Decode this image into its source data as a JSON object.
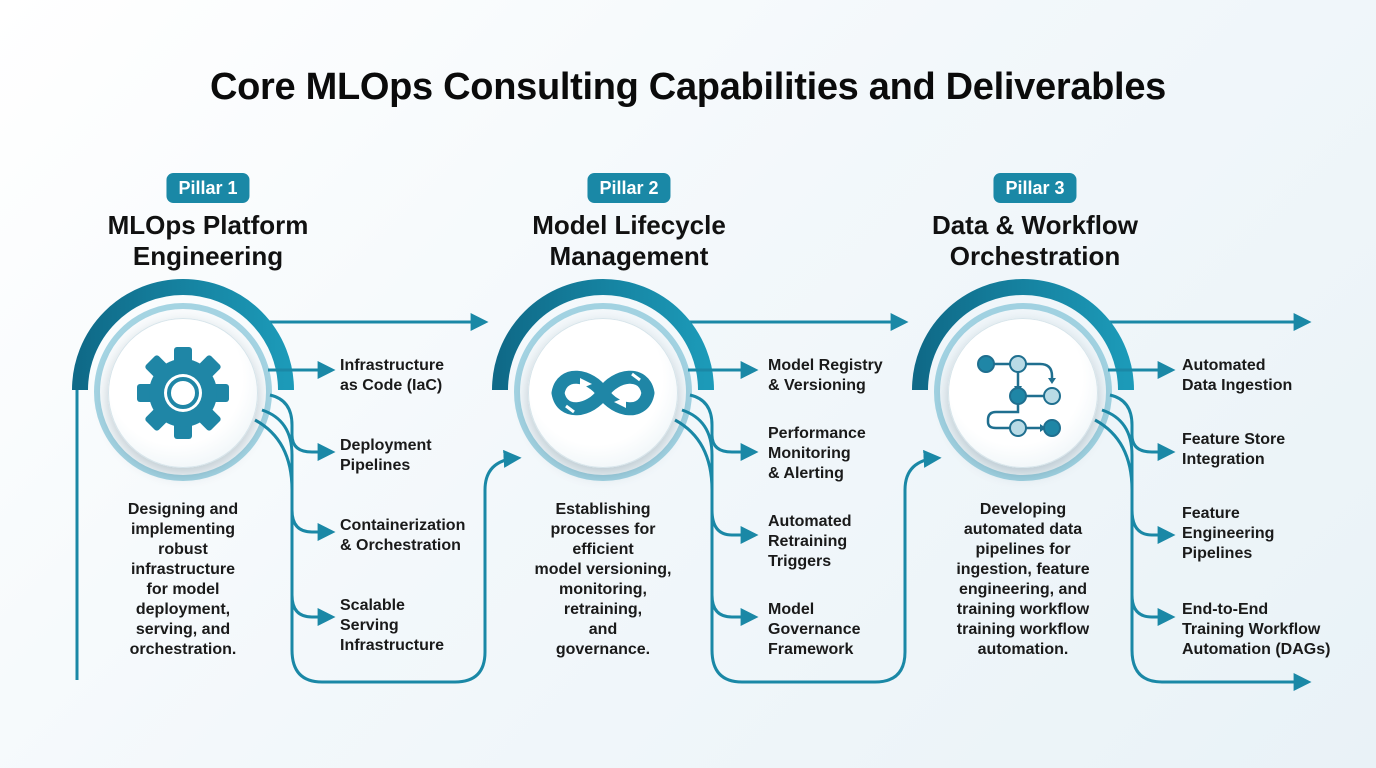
{
  "title": "Core MLOps Consulting Capabilities and Deliverables",
  "colors": {
    "accent": "#1a88a6",
    "dark_teal": "#0f6a88",
    "light_teal": "#5fb3cc"
  },
  "pillars": [
    {
      "badge": "Pillar 1",
      "title_lines": [
        "MLOps Platform",
        "Engineering"
      ],
      "icon": "gear-icon",
      "description_lines": [
        "Designing and",
        "implementing",
        "robust",
        "infrastructure",
        "for model",
        "deployment,",
        "serving, and",
        "orchestration."
      ],
      "items": [
        {
          "lines": [
            "Infrastructure",
            "as Code (IaC)"
          ]
        },
        {
          "lines": [
            "Deployment",
            "Pipelines"
          ]
        },
        {
          "lines": [
            "Containerization",
            "& Orchestration"
          ]
        },
        {
          "lines": [
            "Scalable",
            "Serving",
            "Infrastructure"
          ]
        }
      ]
    },
    {
      "badge": "Pillar 2",
      "title_lines": [
        "Model Lifecycle",
        "Management"
      ],
      "icon": "infinity-cycle-icon",
      "description_lines": [
        "Establishing",
        "processes for",
        "efficient",
        "model versioning,",
        "monitoring,",
        "retraining,",
        "and",
        "governance."
      ],
      "items": [
        {
          "lines": [
            "Model Registry",
            "& Versioning"
          ]
        },
        {
          "lines": [
            "Performance",
            "Monitoring",
            "& Alerting"
          ]
        },
        {
          "lines": [
            "Automated",
            "Retraining",
            "Triggers"
          ]
        },
        {
          "lines": [
            "Model",
            "Governance",
            "Framework"
          ]
        }
      ]
    },
    {
      "badge": "Pillar 3",
      "title_lines": [
        "Data & Workflow",
        "Orchestration"
      ],
      "icon": "workflow-dag-icon",
      "description_lines": [
        "Developing",
        "automated data",
        "pipelines for",
        "ingestion, feature",
        "engineering, and",
        "training workflow",
        "training workflow",
        "automation."
      ],
      "items": [
        {
          "lines": [
            "Automated",
            "Data Ingestion"
          ]
        },
        {
          "lines": [
            "Feature Store",
            "Integration"
          ]
        },
        {
          "lines": [
            "Feature",
            "Engineering",
            "Pipelines"
          ]
        },
        {
          "lines": [
            "End-to-End",
            "Training Workflow",
            "Automation (DAGs)"
          ]
        }
      ]
    }
  ]
}
